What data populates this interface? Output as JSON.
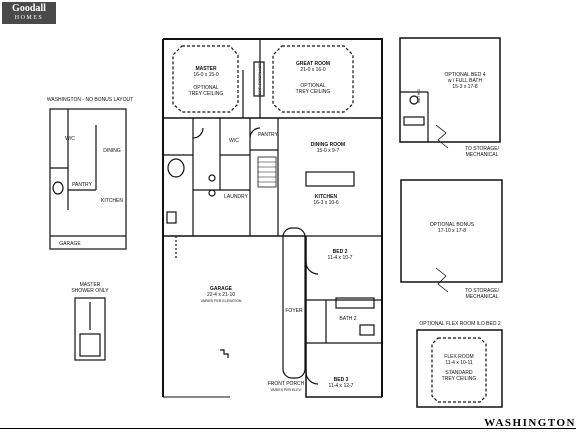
{
  "brand": {
    "line1": "Goodall",
    "line2": "HOMES"
  },
  "plan_name": "WASHINGTON",
  "rooms": {
    "master": {
      "name": "MASTER",
      "dims": "16-0 x 15-0",
      "note1": "OPTIONAL",
      "note2": "TREY CEILING"
    },
    "great_room": {
      "name": "GREAT ROOM",
      "dims": "21-0 x 16-0",
      "note1": "OPTIONAL",
      "note2": "TREY CEILING"
    },
    "fireplace": "OPT. FIREPLACE",
    "wic": "W/C",
    "pantry": "PANTRY",
    "dining_room": {
      "name": "DINING ROOM",
      "dims": "15-0 x 9-7"
    },
    "laundry": "LAUNDRY",
    "kitchen": {
      "name": "KITCHEN",
      "dims": "16-3 x 10-6"
    },
    "bed2": {
      "name": "BED 2",
      "dims": "11-4 x 10-7"
    },
    "bath2": "BATH 2",
    "foyer": "FOYER",
    "bed3": {
      "name": "BED 3",
      "dims": "11-4 x 12-7"
    },
    "garage": {
      "name": "GARAGE",
      "dims": "22-4 x 21-10",
      "note": "VARIES PER ELEVATION"
    },
    "front_porch": {
      "name": "FRONT PORCH",
      "note": "VARIES PER ELEV."
    }
  },
  "no_bonus_layout": {
    "title": "WASHINGTON - NO BONUS LAYOUT",
    "wic": "W/C",
    "dining": "DINING",
    "pantry": "PANTRY",
    "kitchen": "KITCHEN",
    "garage": "GARAGE"
  },
  "master_shower": {
    "line1": "MASTER",
    "line2": "SHOWER ONLY"
  },
  "optional_bed4": {
    "line1": "OPTIONAL BED 4",
    "line2": "w / FULL BATH",
    "dims": "15-3 x 17-8",
    "bath": "BATH 3"
  },
  "storage1": {
    "line1": "TO STORAGE/",
    "line2": "MECHANICAL"
  },
  "optional_bonus": {
    "name": "OPTIONAL BONUS",
    "dims": "17-10 x 17-8"
  },
  "storage2": {
    "line1": "TO STORAGE/",
    "line2": "MECHANICAL"
  },
  "optional_flex": {
    "title": "OPTIONAL FLEX ROOM ILO BED 2",
    "name": "FLEX ROOM",
    "dims": "11-4 x 10-11",
    "note1": "STANDARD",
    "note2": "TREY CEILING"
  }
}
